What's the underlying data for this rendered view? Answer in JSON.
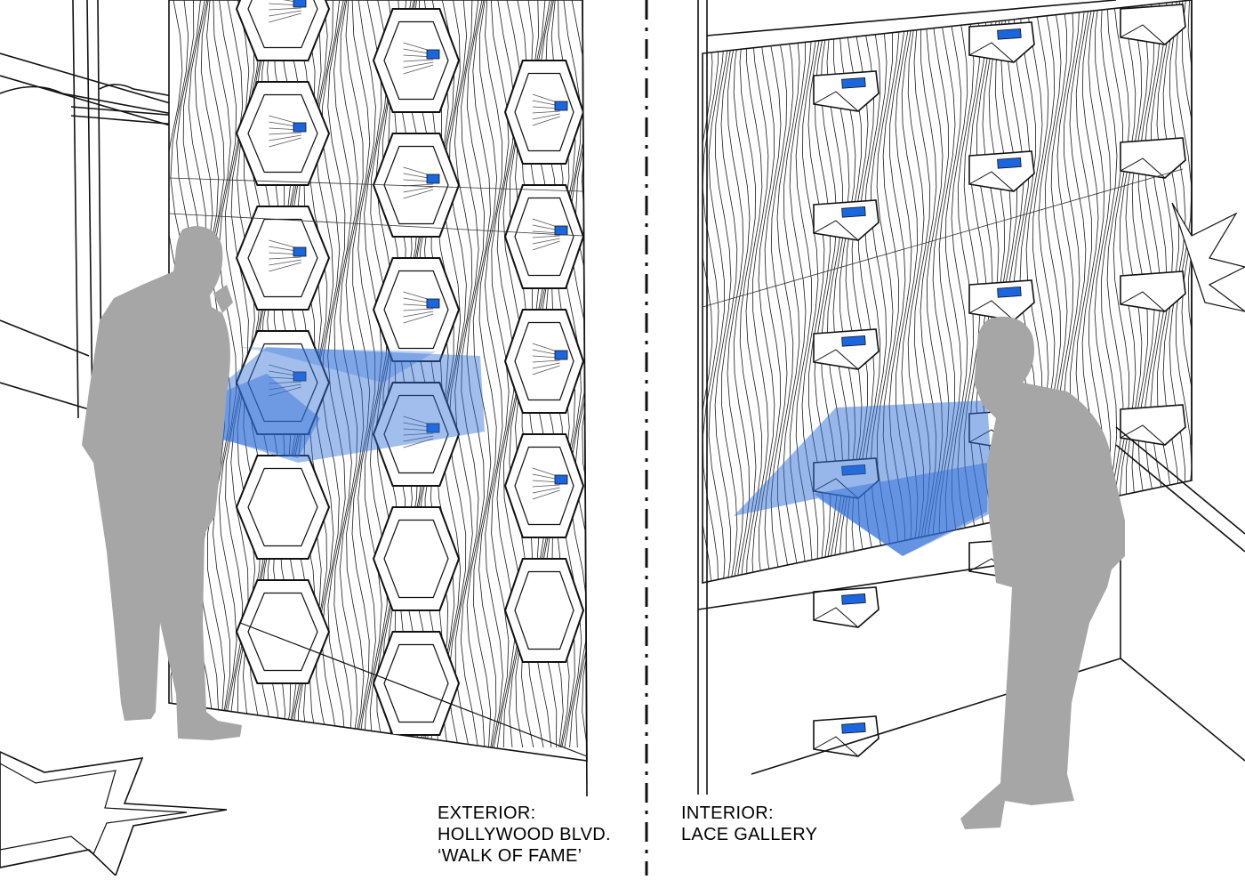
{
  "captions": {
    "exterior": {
      "line1": "EXTERIOR:",
      "line2": "HOLLYWOOD BLVD.",
      "line3": "‘WALK OF FAME’"
    },
    "interior": {
      "line1": "INTERIOR:",
      "line2": "LACE GALLERY"
    }
  },
  "colors": {
    "silhouette": "#a6a6a6",
    "sight_cone": "#2f6fd8",
    "screen": "#1a66e0",
    "line": "#111111"
  },
  "icons": {
    "star_left": "walk-of-fame-star",
    "star_right": "walk-of-fame-star"
  }
}
